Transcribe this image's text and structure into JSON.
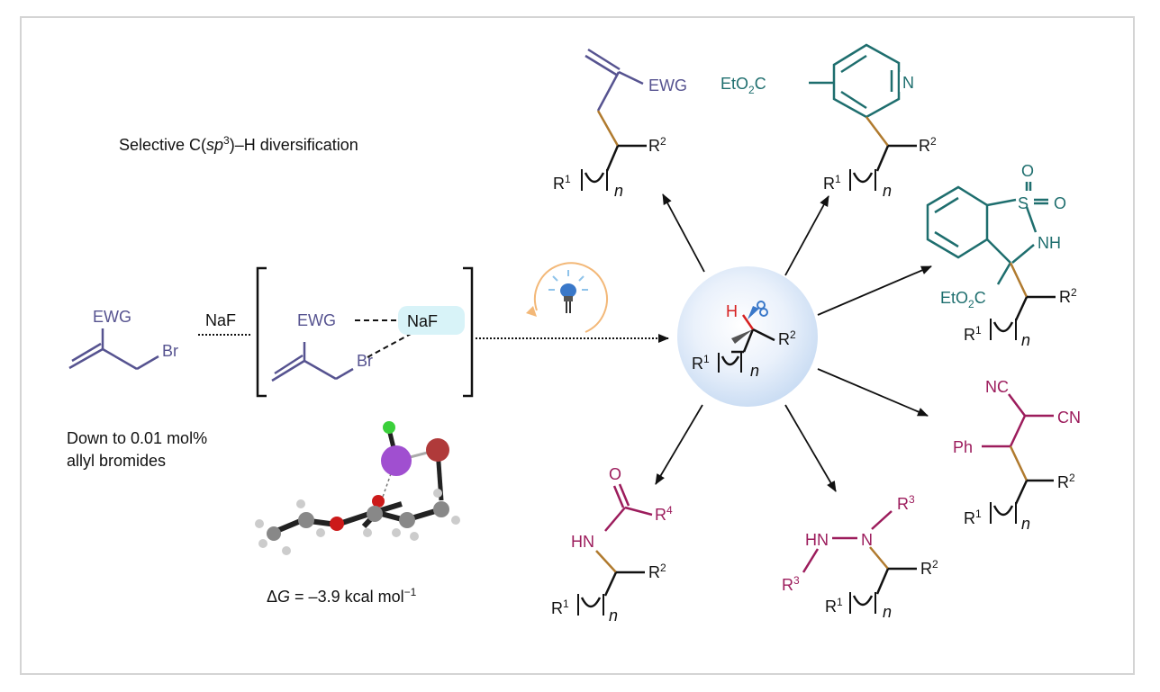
{
  "title": {
    "pre": "Selective C(",
    "sp": "sp",
    "sup": "3",
    "post": ")–H diversification"
  },
  "reagent": {
    "ewg": "EWG",
    "br": "Br"
  },
  "naf_label": "NaF",
  "complex": {
    "ewg": "EWG",
    "br": "Br",
    "naf": "NaF"
  },
  "loading": {
    "line1": "Down to 0.01 mol%",
    "line2": "allyl bromides"
  },
  "delta_g": {
    "symbol": "Δ",
    "g": "G",
    "value": " = –3.9 kcal mol",
    "exp": "−1"
  },
  "center": {
    "h": "H",
    "r2": "R",
    "r2sup": "2",
    "r1": "R",
    "r1sup": "1",
    "n": "n"
  },
  "products": {
    "allyl": {
      "ewg": "EWG",
      "r2": "R",
      "r2sup": "2",
      "r1": "R",
      "r1sup": "1",
      "n": "n"
    },
    "pyridine": {
      "ester_pre": "EtO",
      "ester_sub": "2",
      "ester_post": "C",
      "n_atom": "N",
      "r2": "R",
      "r2sup": "2",
      "r1": "R",
      "r1sup": "1",
      "n": "n"
    },
    "saccharin": {
      "o1": "O",
      "o2": "O",
      "s": "S",
      "nh": "NH",
      "ester_pre": "EtO",
      "ester_sub": "2",
      "ester_post": "C",
      "r2": "R",
      "r2sup": "2",
      "r1": "R",
      "r1sup": "1",
      "n": "n"
    },
    "malononitrile": {
      "nc": "NC",
      "cn": "CN",
      "ph": "Ph",
      "r2": "R",
      "r2sup": "2",
      "r1": "R",
      "r1sup": "1",
      "n": "n"
    },
    "hydrazine": {
      "hn": "HN",
      "n_atom": "N",
      "r3a": "R",
      "r3asup": "3",
      "r3b": "R",
      "r3bsup": "3",
      "r2": "R",
      "r2sup": "2",
      "r1": "R",
      "r1sup": "1",
      "n": "n"
    },
    "amide": {
      "o": "O",
      "r4": "R",
      "r4sup": "4",
      "hn": "HN",
      "r2": "R",
      "r2sup": "2",
      "r1": "R",
      "r1sup": "1",
      "n": "n"
    }
  },
  "colors": {
    "purple": "#565390",
    "teal": "#1e6e6e",
    "magenta": "#9c1c5c",
    "brown": "#b07a2e",
    "black": "#111111",
    "red": "#d62020",
    "blue": "#3a78c9",
    "orange": "#f3b878"
  }
}
